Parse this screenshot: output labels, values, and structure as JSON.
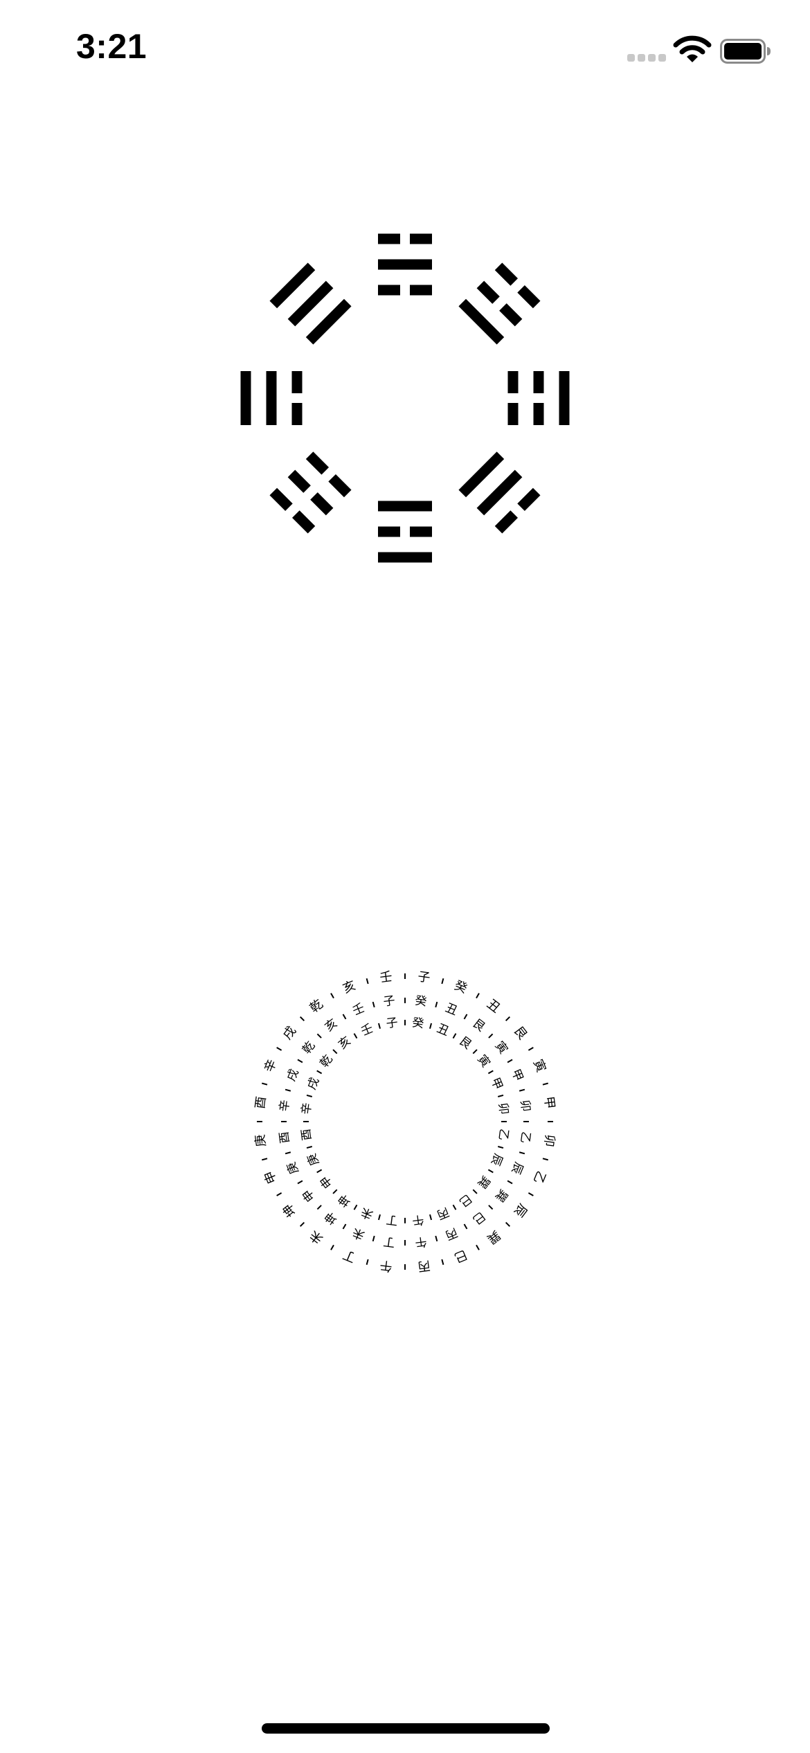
{
  "status_bar": {
    "time": "3:21",
    "icons": [
      "signal-icon",
      "wifi-icon",
      "battery-icon"
    ]
  },
  "bagua": {
    "color": "#000000",
    "trigrams": [
      {
        "name": "坎",
        "lines": "010"
      },
      {
        "name": "艮",
        "lines": "001"
      },
      {
        "name": "震",
        "lines": "100"
      },
      {
        "name": "巽",
        "lines": "011"
      },
      {
        "name": "離",
        "lines": "101"
      },
      {
        "name": "坤",
        "lines": "000"
      },
      {
        "name": "兌",
        "lines": "110"
      },
      {
        "name": "乾",
        "lines": "111"
      }
    ]
  },
  "ring_diagram": {
    "rings": [
      {
        "name": "outer",
        "labels": [
          "壬",
          "子",
          "癸",
          "丑",
          "艮",
          "寅",
          "甲",
          "卯",
          "乙",
          "辰",
          "巽",
          "巳",
          "丙",
          "午",
          "丁",
          "未",
          "坤",
          "申",
          "庚",
          "酉",
          "辛",
          "戌",
          "乾",
          "亥"
        ]
      },
      {
        "name": "middle",
        "labels": [
          "子",
          "癸",
          "丑",
          "艮",
          "寅",
          "甲",
          "卯",
          "乙",
          "辰",
          "巽",
          "巳",
          "丙",
          "午",
          "丁",
          "未",
          "坤",
          "申",
          "庚",
          "酉",
          "辛",
          "戌",
          "乾",
          "亥",
          "壬"
        ]
      },
      {
        "name": "inner",
        "labels": [
          "子",
          "癸",
          "丑",
          "艮",
          "寅",
          "甲",
          "卯",
          "乙",
          "辰",
          "巽",
          "巳",
          "丙",
          "午",
          "丁",
          "未",
          "坤",
          "申",
          "庚",
          "酉",
          "辛",
          "戌",
          "乾",
          "亥",
          "壬"
        ]
      }
    ]
  }
}
